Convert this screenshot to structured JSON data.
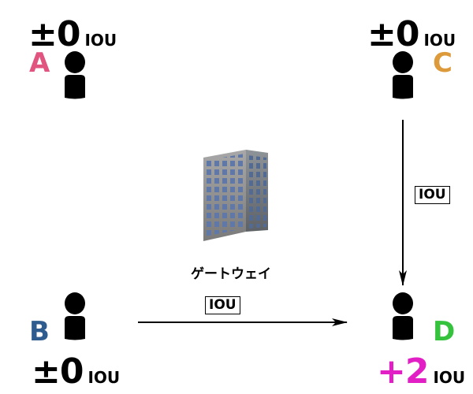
{
  "nodes": [
    {
      "id": "A",
      "letter": "A",
      "balance": "±0",
      "unit": "IOU",
      "letter_color": "#e0547f",
      "balance_color": "#000000"
    },
    {
      "id": "B",
      "letter": "B",
      "balance": "±0",
      "unit": "IOU",
      "letter_color": "#2f5c8f",
      "balance_color": "#000000"
    },
    {
      "id": "C",
      "letter": "C",
      "balance": "±0",
      "unit": "IOU",
      "letter_color": "#dd9a3a",
      "balance_color": "#000000"
    },
    {
      "id": "D",
      "letter": "D",
      "balance": "+2",
      "unit": "IOU",
      "letter_color": "#35c23d",
      "balance_color": "#e21fc4"
    }
  ],
  "gateway": {
    "label": "ゲートウェイ",
    "icon": "building-icon"
  },
  "edges": [
    {
      "from": "C",
      "to": "D",
      "label": "IOU"
    },
    {
      "from": "B",
      "to": "D",
      "label": "IOU"
    }
  ],
  "icons": {
    "person": "person-icon",
    "building": "building-icon"
  }
}
